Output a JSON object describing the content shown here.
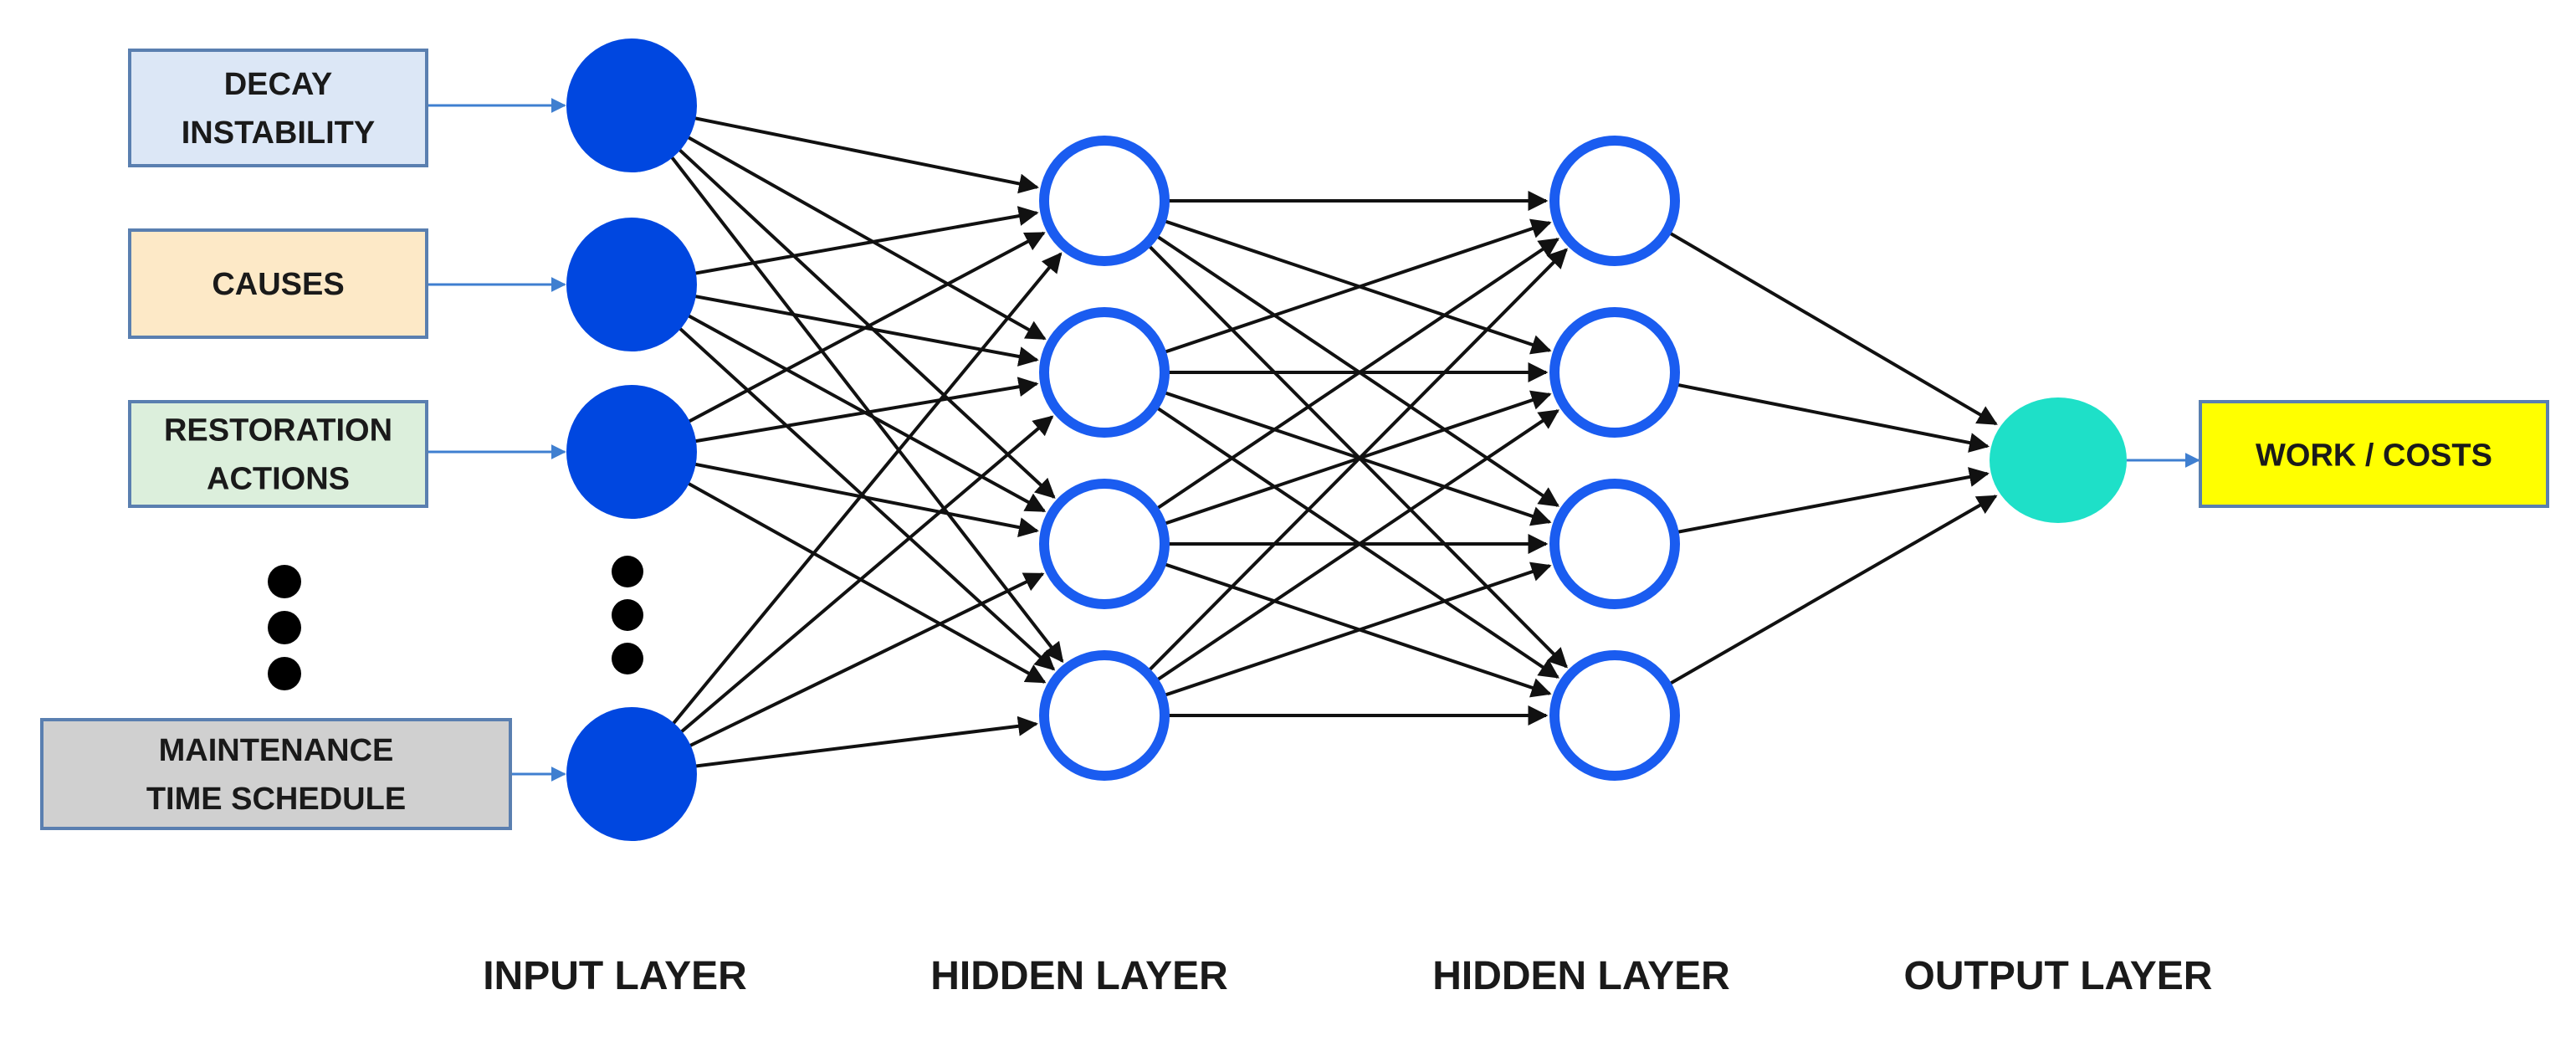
{
  "colors": {
    "input_node": "#0047e0",
    "hidden_node_stroke": "#1a5cf0",
    "output_node": "#1ee0c8",
    "edge": "#111111",
    "input_arrow": "#3f7fd0"
  },
  "input_boxes": [
    {
      "lines": [
        "DECAY",
        "INSTABILITY"
      ],
      "fill": "#dce7f6",
      "stroke": "#5a7fb0"
    },
    {
      "lines": [
        "CAUSES"
      ],
      "fill": "#fde9c7",
      "stroke": "#5a7fb0"
    },
    {
      "lines": [
        "RESTORATION",
        "ACTIONS"
      ],
      "fill": "#dcefdc",
      "stroke": "#5a7fb0"
    },
    {
      "lines": [
        "MAINTENANCE",
        "TIME SCHEDULE"
      ],
      "fill": "#d0d0d0",
      "stroke": "#5a7fb0"
    }
  ],
  "output_box": {
    "lines": [
      "WORK / COSTS"
    ],
    "fill": "#ffff00",
    "stroke": "#5a7fb0"
  },
  "layer_labels": [
    "INPUT LAYER",
    "HIDDEN LAYER",
    "HIDDEN LAYER",
    "OUTPUT LAYER"
  ]
}
